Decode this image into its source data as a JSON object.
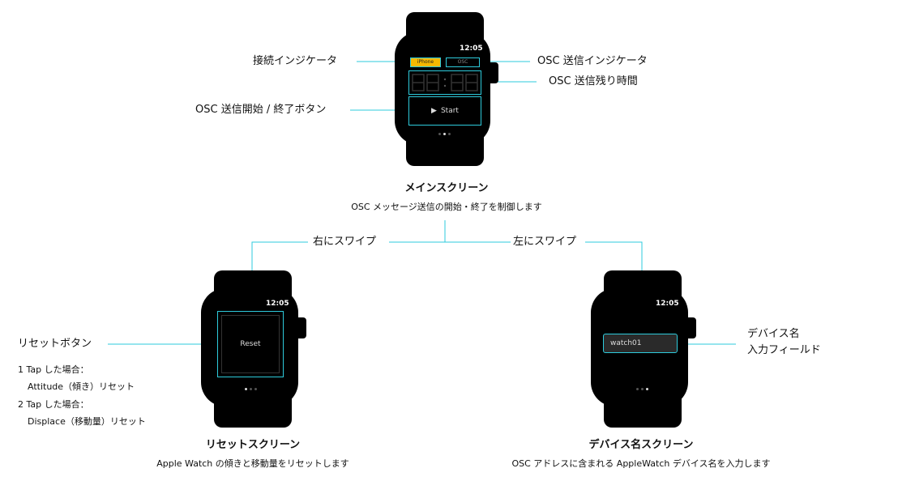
{
  "colors": {
    "highlight": "#2ecbdc",
    "watch": "#000000",
    "indicator_active": "#f5b800"
  },
  "main": {
    "time": "12:05",
    "iphone_indicator": "iPhone",
    "osc_indicator": "OSC",
    "start_label": "Start",
    "callouts": {
      "connection": "接続インジケータ",
      "osc_send": "OSC 送信インジケータ",
      "remaining": "OSC 送信残り時間",
      "start_stop": "OSC 送信開始 / 終了ボタン"
    },
    "title": "メインスクリーン",
    "description": "OSC メッセージ送信の開始・終了を制御します"
  },
  "swipe": {
    "right": "右にスワイプ",
    "left": "左にスワイプ"
  },
  "reset_screen": {
    "time": "12:05",
    "button_label": "Reset",
    "callout": "リセットボタン",
    "notes": [
      "1 Tap した場合：",
      "Attitude（傾き）リセット",
      "2 Tap した場合：",
      "Displace（移動量）リセット"
    ],
    "title": "リセットスクリーン",
    "description": "Apple Watch の傾きと移動量をリセットします"
  },
  "device_screen": {
    "time": "12:05",
    "field_value": "watch01",
    "callout_line1": "デバイス名",
    "callout_line2": "入力フィールド",
    "title": "デバイス名スクリーン",
    "description": "OSC アドレスに含まれる AppleWatch デバイス名を入力します"
  }
}
